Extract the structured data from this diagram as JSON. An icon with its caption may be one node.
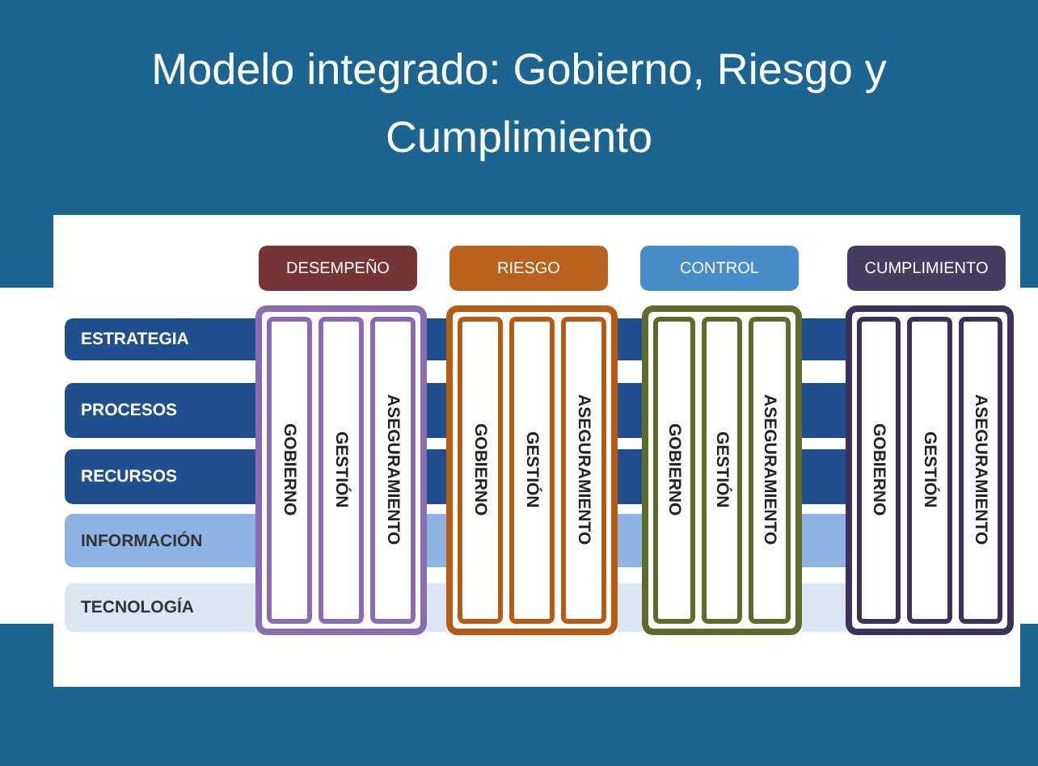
{
  "diagram": {
    "title": "Modelo integrado: Gobierno, Riesgo y Cumplimiento",
    "nodes": [
      {
        "text": [
          "DESEMPEÑO"
        ]
      },
      {
        "text": [
          "RIESGO"
        ]
      },
      {
        "text": [
          "CONTROL"
        ]
      },
      {
        "text": [
          "CUMPLIMIENTO"
        ]
      },
      {
        "text": [
          "ESTRATEGIA"
        ]
      },
      {
        "text": [
          "PROCESOS"
        ]
      },
      {
        "text": [
          "RECURSOS"
        ]
      },
      {
        "text": [
          "INFORMACIÓN"
        ]
      },
      {
        "text": [
          "TECNOLOGÍA"
        ]
      },
      {
        "text": [],
        "shape": "box"
      },
      {
        "text": [
          "GOBIERNO"
        ],
        "in": 9
      },
      {
        "text": [
          "GESTIÓN"
        ],
        "in": 9
      },
      {
        "text": [
          "ASEGURAMIENTO"
        ],
        "in": 9
      },
      {
        "text": [],
        "shape": "box"
      },
      {
        "text": [
          "GOBIERNO"
        ],
        "in": 13
      },
      {
        "text": [
          "GESTIÓN"
        ],
        "in": 13
      },
      {
        "text": [
          "ASEGURAMIENTO"
        ],
        "in": 13
      },
      {
        "text": [],
        "shape": "box"
      },
      {
        "text": [
          "GOBIERNO"
        ],
        "in": 17
      },
      {
        "text": [
          "GESTIÓN"
        ],
        "in": 17
      },
      {
        "text": [
          "ASEGURAMIENTO"
        ],
        "in": 17
      },
      {
        "text": [],
        "shape": "box"
      },
      {
        "text": [
          "GOBIERNO"
        ],
        "in": 21
      },
      {
        "text": [
          "GESTIÓN"
        ],
        "in": 21
      },
      {
        "text": [
          "ASEGURAMIENTO"
        ],
        "in": 21
      }
    ]
  }
}
